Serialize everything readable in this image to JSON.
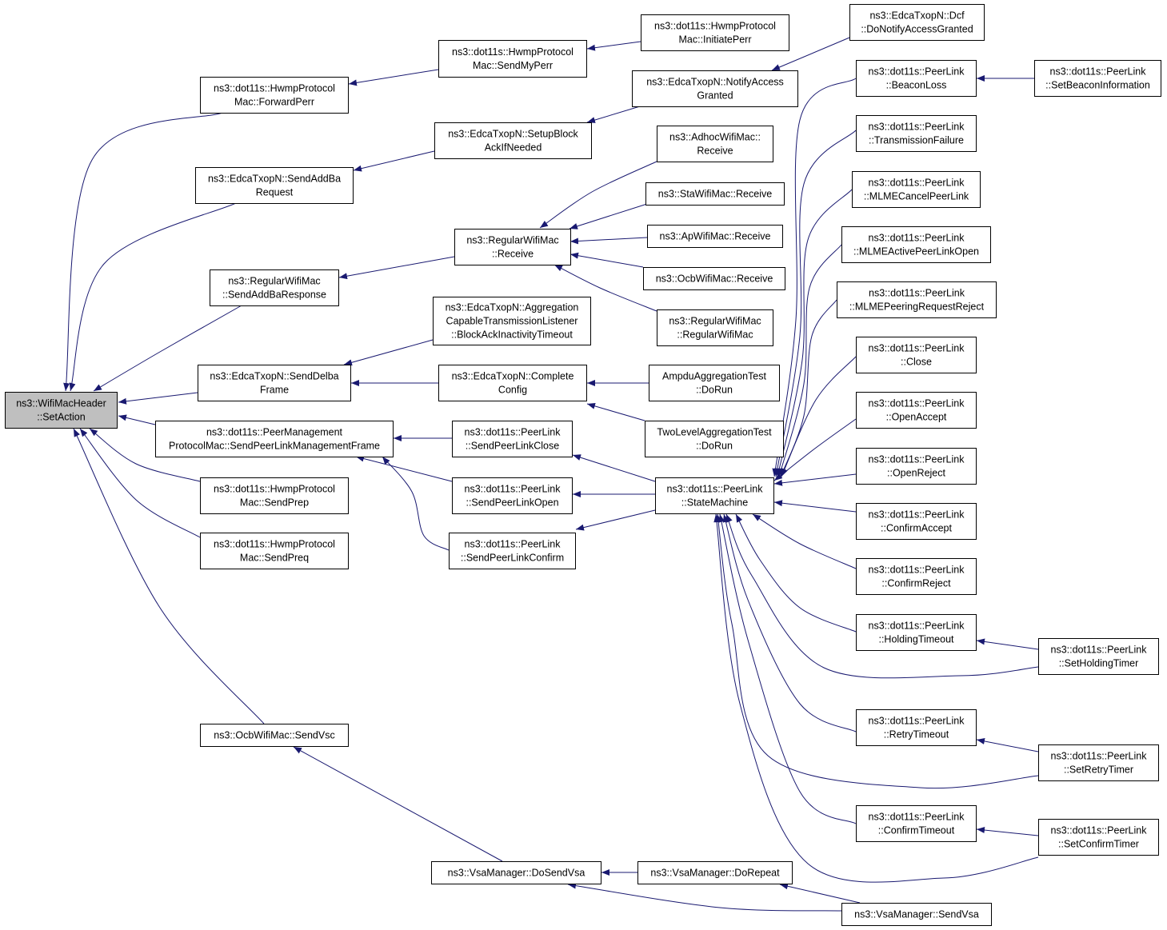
{
  "graph": {
    "edge_color": "#191970",
    "root_fill": "#bfbfbf",
    "root": "root",
    "nodes": [
      {
        "id": "root",
        "lines": [
          "ns3::WifiMacHeader",
          "::SetAction"
        ]
      },
      {
        "id": "fwdperr",
        "lines": [
          "ns3::dot11s::HwmpProtocol",
          "Mac::ForwardPerr"
        ]
      },
      {
        "id": "sendaddbareq",
        "lines": [
          "ns3::EdcaTxopN::SendAddBa",
          "Request"
        ]
      },
      {
        "id": "sendaddbaresp",
        "lines": [
          "ns3::RegularWifiMac",
          "::SendAddBaResponse"
        ]
      },
      {
        "id": "senddelba",
        "lines": [
          "ns3::EdcaTxopN::SendDelba",
          "Frame"
        ]
      },
      {
        "id": "sendplmf",
        "lines": [
          "ns3::dot11s::PeerManagement",
          "ProtocolMac::SendPeerLinkManagementFrame"
        ]
      },
      {
        "id": "sendprep",
        "lines": [
          "ns3::dot11s::HwmpProtocol",
          "Mac::SendPrep"
        ]
      },
      {
        "id": "sendpreq",
        "lines": [
          "ns3::dot11s::HwmpProtocol",
          "Mac::SendPreq"
        ]
      },
      {
        "id": "ocbsendvsc",
        "lines": [
          "ns3::OcbWifiMac::SendVsc"
        ]
      },
      {
        "id": "sendmyperr",
        "lines": [
          "ns3::dot11s::HwmpProtocol",
          "Mac::SendMyPerr"
        ]
      },
      {
        "id": "setupblock",
        "lines": [
          "ns3::EdcaTxopN::SetupBlock",
          "AckIfNeeded"
        ]
      },
      {
        "id": "regreceive",
        "lines": [
          "ns3::RegularWifiMac",
          "::Receive"
        ]
      },
      {
        "id": "aggrlistener",
        "lines": [
          "ns3::EdcaTxopN::Aggregation",
          "CapableTransmissionListener",
          "::BlockAckInactivityTimeout"
        ]
      },
      {
        "id": "completeconfig",
        "lines": [
          "ns3::EdcaTxopN::Complete",
          "Config"
        ]
      },
      {
        "id": "splclose",
        "lines": [
          "ns3::dot11s::PeerLink",
          "::SendPeerLinkClose"
        ]
      },
      {
        "id": "splopen",
        "lines": [
          "ns3::dot11s::PeerLink",
          "::SendPeerLinkOpen"
        ]
      },
      {
        "id": "splconfirm",
        "lines": [
          "ns3::dot11s::PeerLink",
          "::SendPeerLinkConfirm"
        ]
      },
      {
        "id": "dosendvsa",
        "lines": [
          "ns3::VsaManager::DoSendVsa"
        ]
      },
      {
        "id": "initiateperr",
        "lines": [
          "ns3::dot11s::HwmpProtocol",
          "Mac::InitiatePerr"
        ]
      },
      {
        "id": "notifyaccess",
        "lines": [
          "ns3::EdcaTxopN::NotifyAccess",
          "Granted"
        ]
      },
      {
        "id": "adhocrecv",
        "lines": [
          "ns3::AdhocWifiMac::",
          "Receive"
        ]
      },
      {
        "id": "starecv",
        "lines": [
          "ns3::StaWifiMac::Receive"
        ]
      },
      {
        "id": "aprecv",
        "lines": [
          "ns3::ApWifiMac::Receive"
        ]
      },
      {
        "id": "ocbrecv",
        "lines": [
          "ns3::OcbWifiMac::Receive"
        ]
      },
      {
        "id": "regctor",
        "lines": [
          "ns3::RegularWifiMac",
          "::RegularWifiMac"
        ]
      },
      {
        "id": "ampdutest",
        "lines": [
          "AmpduAggregationTest",
          "::DoRun"
        ]
      },
      {
        "id": "twoleveltest",
        "lines": [
          "TwoLevelAggregationTest",
          "::DoRun"
        ]
      },
      {
        "id": "statemachine",
        "lines": [
          "ns3::dot11s::PeerLink",
          "::StateMachine"
        ]
      },
      {
        "id": "dorepeat",
        "lines": [
          "ns3::VsaManager::DoRepeat"
        ]
      },
      {
        "id": "dcfnotify",
        "lines": [
          "ns3::EdcaTxopN::Dcf",
          "::DoNotifyAccessGranted"
        ]
      },
      {
        "id": "beaconloss",
        "lines": [
          "ns3::dot11s::PeerLink",
          "::BeaconLoss"
        ]
      },
      {
        "id": "txfailure",
        "lines": [
          "ns3::dot11s::PeerLink",
          "::TransmissionFailure"
        ]
      },
      {
        "id": "mlmecancel",
        "lines": [
          "ns3::dot11s::PeerLink",
          "::MLMECancelPeerLink"
        ]
      },
      {
        "id": "mlmeactive",
        "lines": [
          "ns3::dot11s::PeerLink",
          "::MLMEActivePeerLinkOpen"
        ]
      },
      {
        "id": "mlmepeering",
        "lines": [
          "ns3::dot11s::PeerLink",
          "::MLMEPeeringRequestReject"
        ]
      },
      {
        "id": "close",
        "lines": [
          "ns3::dot11s::PeerLink",
          "::Close"
        ]
      },
      {
        "id": "openaccept",
        "lines": [
          "ns3::dot11s::PeerLink",
          "::OpenAccept"
        ]
      },
      {
        "id": "openreject",
        "lines": [
          "ns3::dot11s::PeerLink",
          "::OpenReject"
        ]
      },
      {
        "id": "confirmaccept",
        "lines": [
          "ns3::dot11s::PeerLink",
          "::ConfirmAccept"
        ]
      },
      {
        "id": "confirmreject",
        "lines": [
          "ns3::dot11s::PeerLink",
          "::ConfirmReject"
        ]
      },
      {
        "id": "holdingtimeout",
        "lines": [
          "ns3::dot11s::PeerLink",
          "::HoldingTimeout"
        ]
      },
      {
        "id": "retrytimeout",
        "lines": [
          "ns3::dot11s::PeerLink",
          "::RetryTimeout"
        ]
      },
      {
        "id": "confirmtimeout",
        "lines": [
          "ns3::dot11s::PeerLink",
          "::ConfirmTimeout"
        ]
      },
      {
        "id": "sendvsa",
        "lines": [
          "ns3::VsaManager::SendVsa"
        ]
      },
      {
        "id": "setbeacon",
        "lines": [
          "ns3::dot11s::PeerLink",
          "::SetBeaconInformation"
        ]
      },
      {
        "id": "setholding",
        "lines": [
          "ns3::dot11s::PeerLink",
          "::SetHoldingTimer"
        ]
      },
      {
        "id": "setretry",
        "lines": [
          "ns3::dot11s::PeerLink",
          "::SetRetryTimer"
        ]
      },
      {
        "id": "setconfirm",
        "lines": [
          "ns3::dot11s::PeerLink",
          "::SetConfirmTimer"
        ]
      }
    ],
    "edges": [
      {
        "from": "fwdperr",
        "to": "root"
      },
      {
        "from": "sendaddbareq",
        "to": "root"
      },
      {
        "from": "sendaddbaresp",
        "to": "root"
      },
      {
        "from": "senddelba",
        "to": "root"
      },
      {
        "from": "sendplmf",
        "to": "root"
      },
      {
        "from": "sendprep",
        "to": "root"
      },
      {
        "from": "sendpreq",
        "to": "root"
      },
      {
        "from": "ocbsendvsc",
        "to": "root"
      },
      {
        "from": "sendmyperr",
        "to": "fwdperr"
      },
      {
        "from": "initiateperr",
        "to": "sendmyperr"
      },
      {
        "from": "setupblock",
        "to": "sendaddbareq"
      },
      {
        "from": "notifyaccess",
        "to": "setupblock"
      },
      {
        "from": "dcfnotify",
        "to": "notifyaccess"
      },
      {
        "from": "regreceive",
        "to": "sendaddbaresp"
      },
      {
        "from": "adhocrecv",
        "to": "regreceive"
      },
      {
        "from": "starecv",
        "to": "regreceive"
      },
      {
        "from": "aprecv",
        "to": "regreceive"
      },
      {
        "from": "ocbrecv",
        "to": "regreceive"
      },
      {
        "from": "regctor",
        "to": "regreceive"
      },
      {
        "from": "aggrlistener",
        "to": "senddelba"
      },
      {
        "from": "completeconfig",
        "to": "senddelba"
      },
      {
        "from": "ampdutest",
        "to": "completeconfig"
      },
      {
        "from": "twoleveltest",
        "to": "completeconfig"
      },
      {
        "from": "splclose",
        "to": "sendplmf"
      },
      {
        "from": "splopen",
        "to": "sendplmf"
      },
      {
        "from": "splconfirm",
        "to": "sendplmf"
      },
      {
        "from": "statemachine",
        "to": "splclose"
      },
      {
        "from": "statemachine",
        "to": "splopen"
      },
      {
        "from": "statemachine",
        "to": "splconfirm"
      },
      {
        "from": "beaconloss",
        "to": "statemachine"
      },
      {
        "from": "txfailure",
        "to": "statemachine"
      },
      {
        "from": "mlmecancel",
        "to": "statemachine"
      },
      {
        "from": "mlmeactive",
        "to": "statemachine"
      },
      {
        "from": "mlmepeering",
        "to": "statemachine"
      },
      {
        "from": "close",
        "to": "statemachine"
      },
      {
        "from": "openaccept",
        "to": "statemachine"
      },
      {
        "from": "openreject",
        "to": "statemachine"
      },
      {
        "from": "confirmaccept",
        "to": "statemachine"
      },
      {
        "from": "confirmreject",
        "to": "statemachine"
      },
      {
        "from": "holdingtimeout",
        "to": "statemachine"
      },
      {
        "from": "retrytimeout",
        "to": "statemachine"
      },
      {
        "from": "confirmtimeout",
        "to": "statemachine"
      },
      {
        "from": "setholding",
        "to": "statemachine"
      },
      {
        "from": "setretry",
        "to": "statemachine"
      },
      {
        "from": "setconfirm",
        "to": "statemachine"
      },
      {
        "from": "setbeacon",
        "to": "beaconloss"
      },
      {
        "from": "setholding",
        "to": "holdingtimeout"
      },
      {
        "from": "setretry",
        "to": "retrytimeout"
      },
      {
        "from": "setconfirm",
        "to": "confirmtimeout"
      },
      {
        "from": "dosendvsa",
        "to": "ocbsendvsc"
      },
      {
        "from": "dorepeat",
        "to": "dosendvsa"
      },
      {
        "from": "sendvsa",
        "to": "dosendvsa"
      },
      {
        "from": "sendvsa",
        "to": "dorepeat"
      }
    ]
  }
}
